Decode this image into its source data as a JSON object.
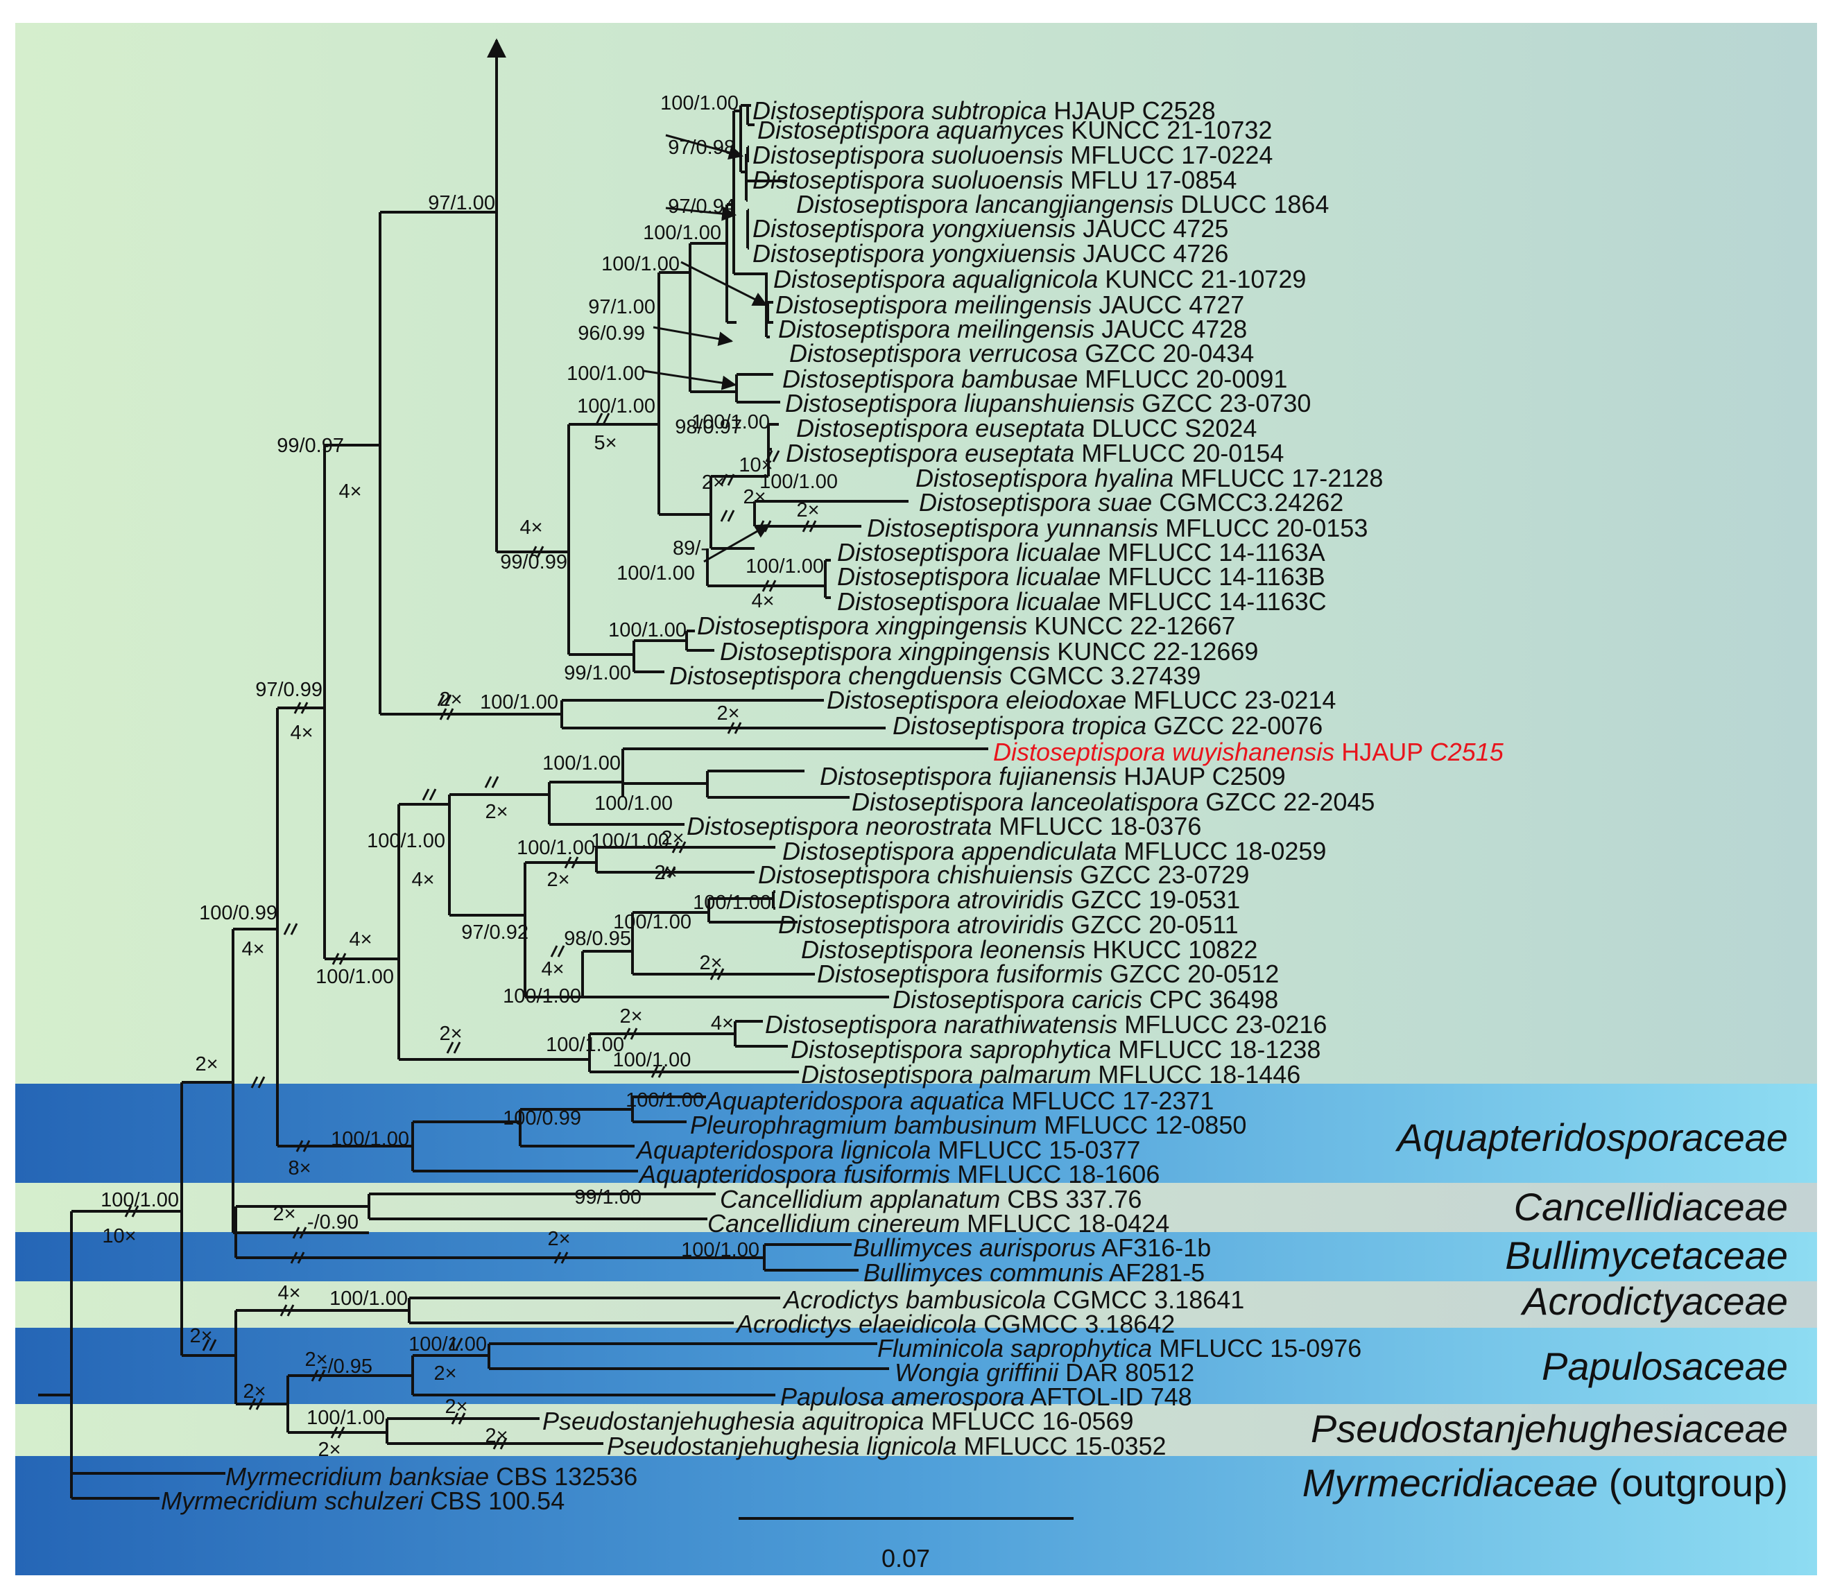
{
  "colors": {
    "green_band_left": "#d6efcf",
    "green_band_right": "#b9d8d4",
    "blue_band_left": "#2a6cb8",
    "blue_band_right": "#86d8f0",
    "grey_band": "#c9d6d6",
    "highlight": "#e8141c",
    "line": "#111111"
  },
  "taxa": [
    {
      "id": "t1",
      "genus": "Distoseptispora",
      "species": "subtropica",
      "strain": "HJAUP C2528"
    },
    {
      "id": "t2",
      "genus": "Distoseptispora",
      "species": "aquamyces",
      "strain": "KUNCC 21-10732"
    },
    {
      "id": "t3",
      "genus": "Distoseptispora",
      "species": "suoluoensis",
      "strain": "MFLUCC 17-0224"
    },
    {
      "id": "t4",
      "genus": "Distoseptispora",
      "species": "suoluoensis",
      "strain": "MFLU 17-0854"
    },
    {
      "id": "t5",
      "genus": "Distoseptispora",
      "species": "lancangjiangensis",
      "strain": "DLUCC 1864"
    },
    {
      "id": "t6",
      "genus": "Distoseptispora",
      "species": "yongxiuensis",
      "strain": "JAUCC 4725"
    },
    {
      "id": "t7",
      "genus": "Distoseptispora",
      "species": "yongxiuensis",
      "strain": "JAUCC 4726"
    },
    {
      "id": "t8",
      "genus": "Distoseptispora",
      "species": "aqualignicola",
      "strain": "KUNCC 21-10729"
    },
    {
      "id": "t9",
      "genus": "Distoseptispora",
      "species": "meilingensis",
      "strain": "JAUCC 4727"
    },
    {
      "id": "t10",
      "genus": "Distoseptispora",
      "species": "meilingensis",
      "strain": "JAUCC 4728"
    },
    {
      "id": "t11",
      "genus": "Distoseptispora",
      "species": "verrucosa",
      "strain": "GZCC 20-0434"
    },
    {
      "id": "t12",
      "genus": "Distoseptispora",
      "species": "bambusae",
      "strain": "MFLUCC 20-0091"
    },
    {
      "id": "t13",
      "genus": "Distoseptispora",
      "species": "liupanshuiensis",
      "strain": "GZCC 23-0730"
    },
    {
      "id": "t14",
      "genus": "Distoseptispora",
      "species": "euseptata",
      "strain": "DLUCC S2024"
    },
    {
      "id": "t15",
      "genus": "Distoseptispora",
      "species": "euseptata",
      "strain": "MFLUCC 20-0154"
    },
    {
      "id": "t16",
      "genus": "Distoseptispora",
      "species": "hyalina",
      "strain": "MFLUCC 17-2128"
    },
    {
      "id": "t17",
      "genus": "Distoseptispora",
      "species": "suae",
      "strain": "CGMCC3.24262"
    },
    {
      "id": "t18",
      "genus": "Distoseptispora",
      "species": "yunnansis",
      "strain": "MFLUCC 20-0153"
    },
    {
      "id": "t19",
      "genus": "Distoseptispora",
      "species": "licualae",
      "strain": "MFLUCC 14-1163A"
    },
    {
      "id": "t20",
      "genus": "Distoseptispora",
      "species": "licualae",
      "strain": "MFLUCC 14-1163B"
    },
    {
      "id": "t21",
      "genus": "Distoseptispora",
      "species": "licualae",
      "strain": "MFLUCC 14-1163C"
    },
    {
      "id": "t22",
      "genus": "Distoseptispora",
      "species": "xingpingensis",
      "strain": "KUNCC 22-12667"
    },
    {
      "id": "t23",
      "genus": "Distoseptispora",
      "species": "xingpingensis",
      "strain": "KUNCC 22-12669"
    },
    {
      "id": "t24",
      "genus": "Distoseptispora",
      "species": "chengduensis",
      "strain": "CGMCC 3.27439"
    },
    {
      "id": "t25",
      "genus": "Distoseptispora",
      "species": "eleiodoxae",
      "strain": "MFLUCC 23-0214"
    },
    {
      "id": "t26",
      "genus": "Distoseptispora",
      "species": "tropica",
      "strain": "GZCC 22-0076"
    },
    {
      "id": "t27",
      "genus": "Distoseptispora",
      "species": "wuyishanensis",
      "strain": "HJAUP ",
      "strain_italic": "C2515",
      "highlight": true
    },
    {
      "id": "t28",
      "genus": "Distoseptispora",
      "species": "fujianensis",
      "strain": "HJAUP C2509"
    },
    {
      "id": "t29",
      "genus": "Distoseptispora",
      "species": "lanceolatispora",
      "strain": "GZCC 22-2045"
    },
    {
      "id": "t30",
      "genus": "Distoseptispora",
      "species": "neorostrata",
      "strain": "MFLUCC 18-0376"
    },
    {
      "id": "t31",
      "genus": "Distoseptispora",
      "species": "appendiculata",
      "strain": "MFLUCC 18-0259"
    },
    {
      "id": "t32",
      "genus": "Distoseptispora",
      "species": "chishuiensis",
      "strain": "GZCC 23-0729"
    },
    {
      "id": "t33",
      "genus": "Distoseptispora",
      "species": "atroviridis",
      "strain": "GZCC 19-0531"
    },
    {
      "id": "t34",
      "genus": "Distoseptispora",
      "species": "atroviridis",
      "strain": "GZCC 20-0511"
    },
    {
      "id": "t35",
      "genus": "Distoseptispora",
      "species": "leonensis",
      "strain": "HKUCC 10822"
    },
    {
      "id": "t36",
      "genus": "Distoseptispora",
      "species": "fusiformis",
      "strain": "GZCC 20-0512"
    },
    {
      "id": "t37",
      "genus": "Distoseptispora",
      "species": "caricis",
      "strain": "CPC 36498"
    },
    {
      "id": "t38",
      "genus": "Distoseptispora",
      "species": "narathiwatensis",
      "strain": "MFLUCC 23-0216"
    },
    {
      "id": "t39",
      "genus": "Distoseptispora",
      "species": "saprophytica",
      "strain": "MFLUCC 18-1238"
    },
    {
      "id": "t40",
      "genus": "Distoseptispora",
      "species": "palmarum",
      "strain": "MFLUCC 18-1446"
    },
    {
      "id": "t41",
      "genus": "Aquapteridospora",
      "species": "aquatica",
      "strain": "MFLUCC 17-2371"
    },
    {
      "id": "t42",
      "genus": "Pleurophragmium",
      "species": "bambusinum",
      "strain": "MFLUCC 12-0850"
    },
    {
      "id": "t43",
      "genus": "Aquapteridospora",
      "species": "lignicola",
      "strain": "MFLUCC 15-0377"
    },
    {
      "id": "t44",
      "genus": "Aquapteridospora",
      "species": "fusiformis",
      "strain": "MFLUCC 18-1606"
    },
    {
      "id": "t45",
      "genus": "Cancellidium",
      "species": "applanatum",
      "strain": "CBS 337.76"
    },
    {
      "id": "t46",
      "genus": "Cancellidium",
      "species": "cinereum",
      "strain": "MFLUCC 18-0424"
    },
    {
      "id": "t47",
      "genus": "Bullimyces",
      "species": "aurisporus",
      "strain": "AF316-1b"
    },
    {
      "id": "t48",
      "genus": "Bullimyces",
      "species": "communis",
      "strain": "AF281-5"
    },
    {
      "id": "t49",
      "genus": "Acrodictys",
      "species": "bambusicola",
      "strain": "CGMCC 3.18641"
    },
    {
      "id": "t50",
      "genus": "Acrodictys",
      "species": "elaeidicola",
      "strain": "CGMCC 3.18642"
    },
    {
      "id": "t51",
      "genus": "Fluminicola",
      "species": "saprophytica",
      "strain": "MFLUCC 15-0976"
    },
    {
      "id": "t52",
      "genus": "Wongia",
      "species": "griffinii",
      "strain": "DAR 80512"
    },
    {
      "id": "t53",
      "genus": "Papulosa",
      "species": "amerospora",
      "strain": "AFTOL-ID 748"
    },
    {
      "id": "t54",
      "genus": "Pseudostanjehughesia",
      "species": "aquitropica",
      "strain": "MFLUCC 16-0569"
    },
    {
      "id": "t55",
      "genus": "Pseudostanjehughesia",
      "species": "lignicola",
      "strain": "MFLUCC 15-0352"
    },
    {
      "id": "t56",
      "genus": "Myrmecridium",
      "species": "banksiae",
      "strain": "CBS 132536"
    },
    {
      "id": "t57",
      "genus": "Myrmecridium",
      "species": "schulzeri",
      "strain": "CBS 100.54"
    }
  ],
  "families": [
    {
      "id": "f1",
      "name": "Aquapteridosporaceae"
    },
    {
      "id": "f2",
      "name": "Cancellidiaceae"
    },
    {
      "id": "f3",
      "name": "Bullimycetaceae"
    },
    {
      "id": "f4",
      "name": "Acrodictyaceae"
    },
    {
      "id": "f5",
      "name": "Papulosaceae"
    },
    {
      "id": "f6",
      "name": "Pseudostanjehughesiaceae"
    },
    {
      "id": "f7",
      "name": "Myrmecridiaceae",
      "suffix": " (outgroup)"
    }
  ],
  "supports": [
    {
      "id": "s1",
      "text": "100/1.00"
    },
    {
      "id": "s2",
      "text": "97/0.98"
    },
    {
      "id": "s3",
      "text": "97/0.94"
    },
    {
      "id": "s4",
      "text": "100/1.00"
    },
    {
      "id": "s5",
      "text": "100/1.00"
    },
    {
      "id": "s6",
      "text": "97/1.00"
    },
    {
      "id": "s7",
      "text": "96/0.99"
    },
    {
      "id": "s8",
      "text": "100/1.00"
    },
    {
      "id": "s9",
      "text": "100/1.00"
    },
    {
      "id": "s10",
      "text": "5×"
    },
    {
      "id": "s11",
      "text": "100/1.00"
    },
    {
      "id": "s12",
      "text": "98/0.97"
    },
    {
      "id": "s13",
      "text": "10×"
    },
    {
      "id": "s14",
      "text": "100/1.00"
    },
    {
      "id": "s15",
      "text": "2×"
    },
    {
      "id": "s16",
      "text": "2×"
    },
    {
      "id": "s17",
      "text": "2×"
    },
    {
      "id": "s18",
      "text": "89/-"
    },
    {
      "id": "s19",
      "text": "100/1.00"
    },
    {
      "id": "s20",
      "text": "100/1.00"
    },
    {
      "id": "s21",
      "text": "4×"
    },
    {
      "id": "s22",
      "text": "97/1.00"
    },
    {
      "id": "s23",
      "text": "4×"
    },
    {
      "id": "s24",
      "text": "99/0.99"
    },
    {
      "id": "s25",
      "text": "100/1.00"
    },
    {
      "id": "s26",
      "text": "99/1.00"
    },
    {
      "id": "s27",
      "text": "99/0.97"
    },
    {
      "id": "s28",
      "text": "4×"
    },
    {
      "id": "s29",
      "text": "2×"
    },
    {
      "id": "s30",
      "text": "100/1.00"
    },
    {
      "id": "s31",
      "text": "2×"
    },
    {
      "id": "s32",
      "text": "97/0.99"
    },
    {
      "id": "s33",
      "text": "4×"
    },
    {
      "id": "s34",
      "text": "100/1.00"
    },
    {
      "id": "s35",
      "text": "100/1.00"
    },
    {
      "id": "s36",
      "text": "2×"
    },
    {
      "id": "s37",
      "text": "100/1.00"
    },
    {
      "id": "s38",
      "text": "100/1.00"
    },
    {
      "id": "s39",
      "text": "4×"
    },
    {
      "id": "s40",
      "text": "100/1.00"
    },
    {
      "id": "s41",
      "text": "2×"
    },
    {
      "id": "s42",
      "text": "2×"
    },
    {
      "id": "s43",
      "text": "2×"
    },
    {
      "id": "s44",
      "text": "100/1.00"
    },
    {
      "id": "s45",
      "text": "97/0.92"
    },
    {
      "id": "s46",
      "text": "98/0.95"
    },
    {
      "id": "s47",
      "text": "100/1.00"
    },
    {
      "id": "s48",
      "text": "2×"
    },
    {
      "id": "s49",
      "text": "4×"
    },
    {
      "id": "s50",
      "text": "100/1.00"
    },
    {
      "id": "s51",
      "text": "4×"
    },
    {
      "id": "s52",
      "text": "100/1.00"
    },
    {
      "id": "s53",
      "text": "2×"
    },
    {
      "id": "s54",
      "text": "100/1.00"
    },
    {
      "id": "s55",
      "text": "2×"
    },
    {
      "id": "s56",
      "text": "4×"
    },
    {
      "id": "s57",
      "text": "100/1.00"
    },
    {
      "id": "s58",
      "text": "100/0.99"
    },
    {
      "id": "s59",
      "text": "4×"
    },
    {
      "id": "s60",
      "text": "2×"
    },
    {
      "id": "s61",
      "text": "100/1.00"
    },
    {
      "id": "s62",
      "text": "100/0.99"
    },
    {
      "id": "s63",
      "text": "100/1.00"
    },
    {
      "id": "s64",
      "text": "8×"
    },
    {
      "id": "s65",
      "text": "99/1.00"
    },
    {
      "id": "s66",
      "text": "2×"
    },
    {
      "id": "s67",
      "text": "-/0.90"
    },
    {
      "id": "s68",
      "text": "2×"
    },
    {
      "id": "s69",
      "text": "100/1.00"
    },
    {
      "id": "s70",
      "text": "100/1.00"
    },
    {
      "id": "s71",
      "text": "10×"
    },
    {
      "id": "s72",
      "text": "4×"
    },
    {
      "id": "s73",
      "text": "100/1.00"
    },
    {
      "id": "s74",
      "text": "2×"
    },
    {
      "id": "s75",
      "text": "100/1.00"
    },
    {
      "id": "s76",
      "text": "2×"
    },
    {
      "id": "s77",
      "text": "-/0.95"
    },
    {
      "id": "s78",
      "text": "2×"
    },
    {
      "id": "s79",
      "text": "2×"
    },
    {
      "id": "s80",
      "text": "100/1.00"
    },
    {
      "id": "s81",
      "text": "2×"
    },
    {
      "id": "s82",
      "text": "2×"
    },
    {
      "id": "s83",
      "text": "2×"
    }
  ],
  "scale_bar": {
    "label": "0.07"
  }
}
